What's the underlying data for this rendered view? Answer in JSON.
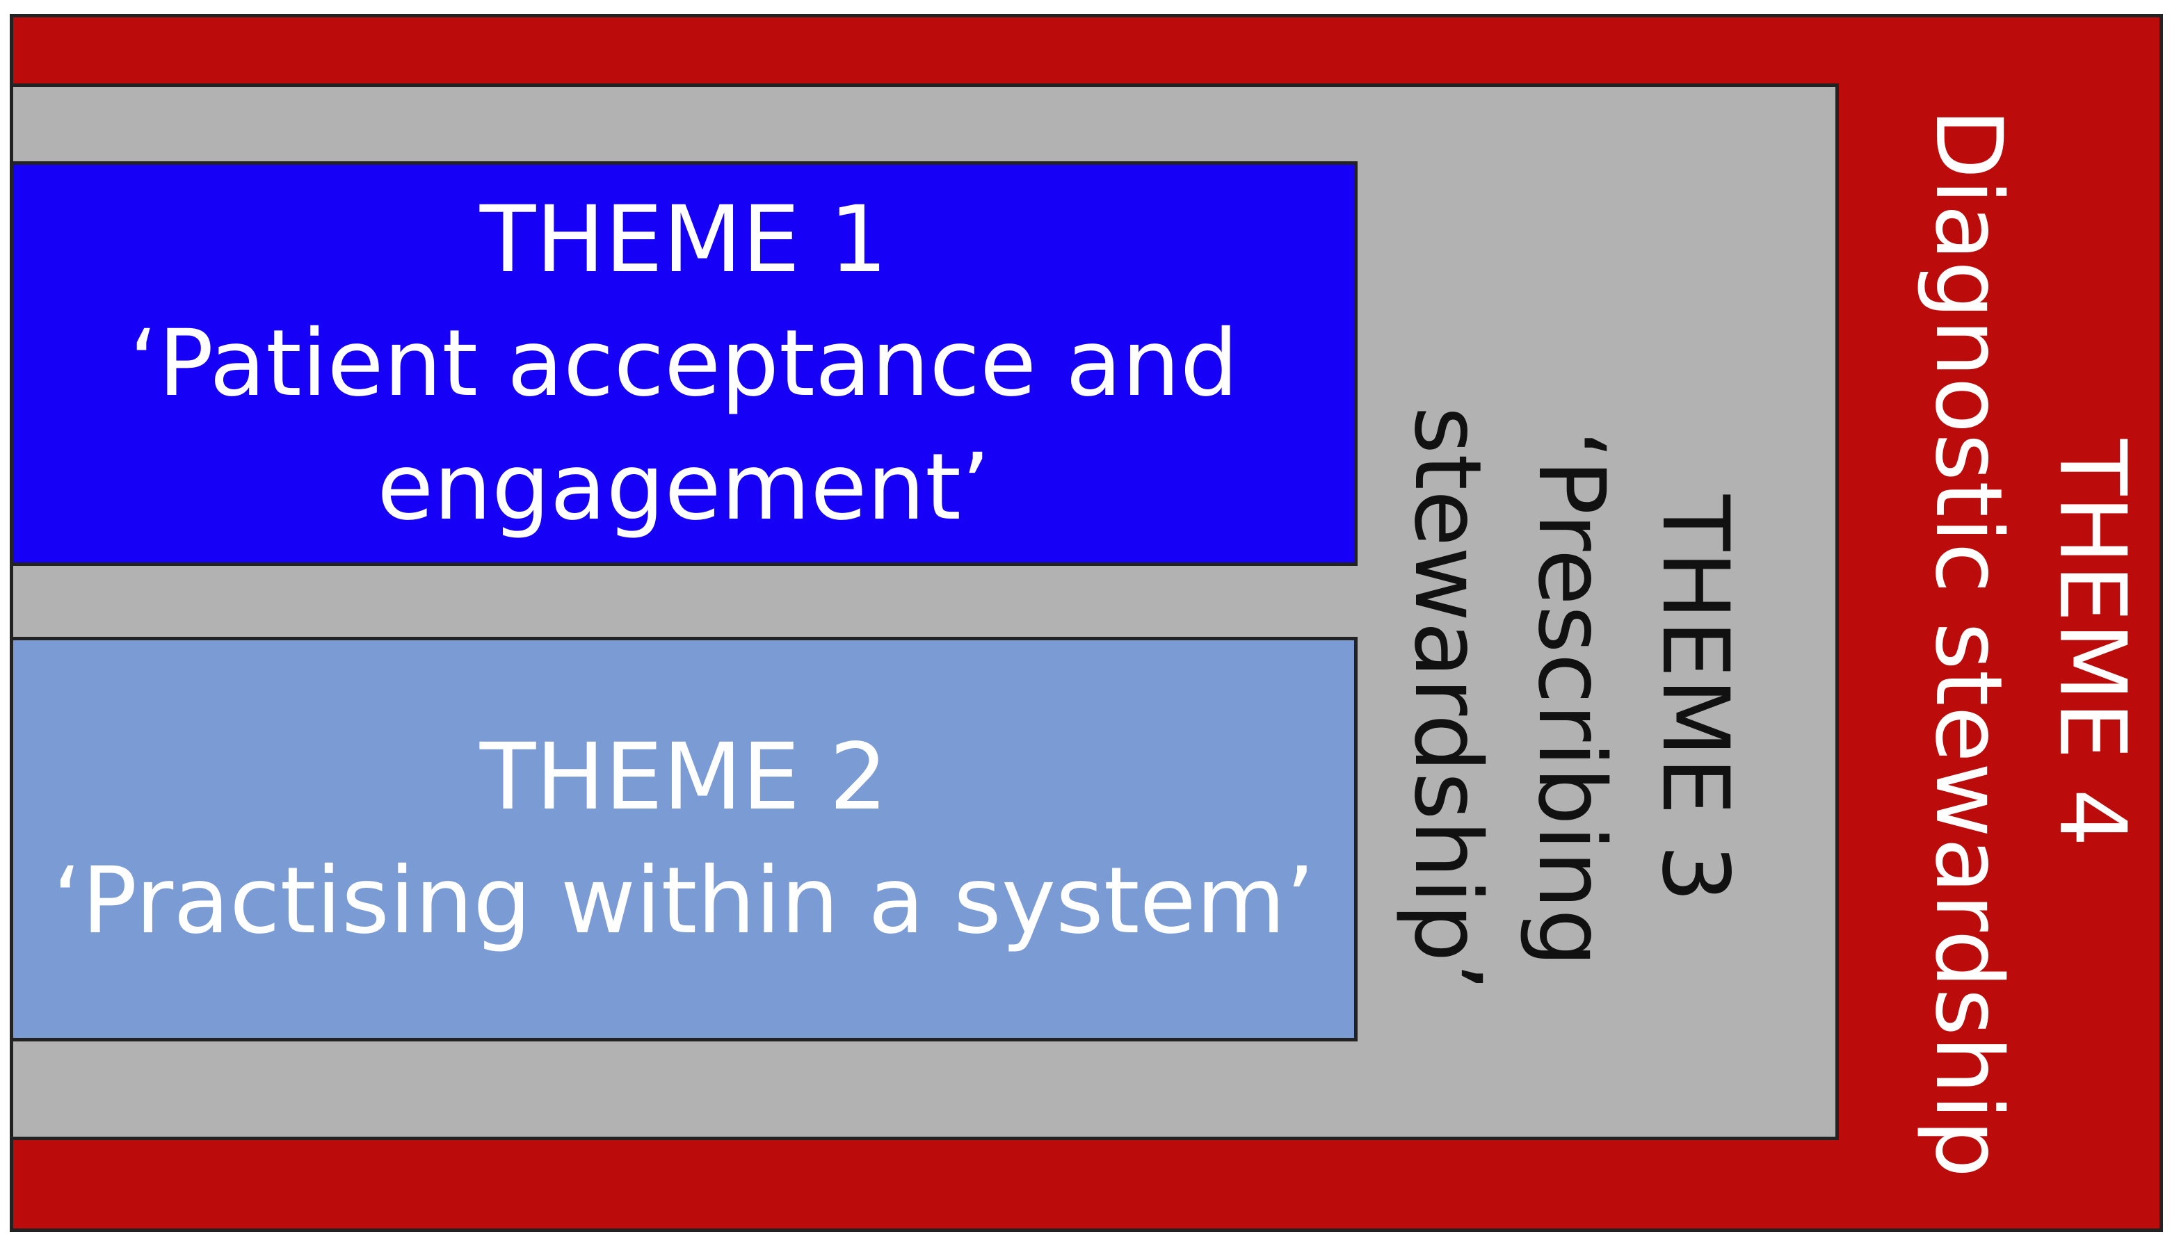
{
  "colors": {
    "theme1": "#1600f5",
    "theme2": "#7b9bd5",
    "theme3": "#b2b2b2",
    "theme4": "#bb0b0b"
  },
  "themes": [
    {
      "title": "THEME 1",
      "lines": [
        "‘Patient acceptance and",
        "engagement’"
      ]
    },
    {
      "title": "THEME 2",
      "lines": [
        "‘Practising within a system’"
      ]
    },
    {
      "title": "THEME 3",
      "lines": [
        "‘Prescribing",
        "stewardship’"
      ]
    },
    {
      "title": "THEME 4",
      "lines": [
        "Diagnostic stewardship"
      ]
    }
  ]
}
